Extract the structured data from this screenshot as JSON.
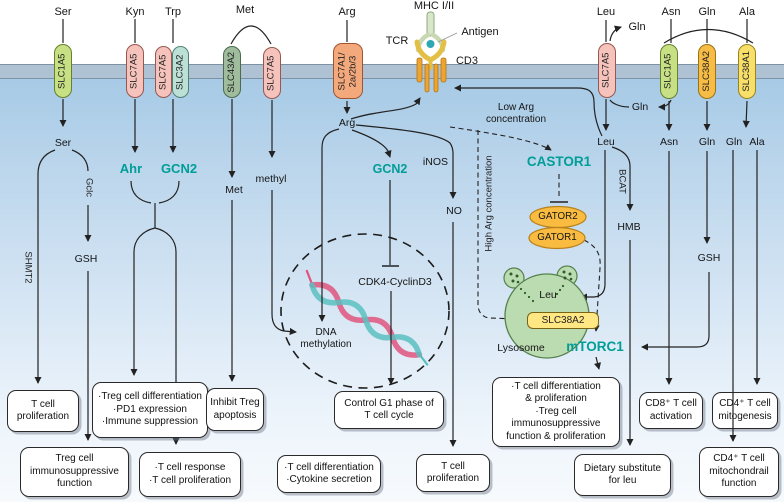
{
  "colors": {
    "accent_teal": "#009e97",
    "membrane": "#aec2d4",
    "cell_gradient_top": "#a7cae6",
    "capsule_green": "#c8e084",
    "capsule_pink": "#f6c3bc",
    "capsule_teal": "#bce0d5",
    "capsule_sage": "#9fbc9d",
    "capsule_orange": "#f4a97c",
    "capsule_amber": "#f6bc45",
    "capsule_yellow": "#f7df6a",
    "gator_gold": "#f9bc41",
    "lysosome_green": "#bbdcb1",
    "helix_pink": "#e0557e",
    "helix_teal": "#5bc0bf",
    "antigen_teal": "#2ea8b5",
    "cd3_orange": "#efa42f",
    "tcr_yellow": "#e3bf45",
    "mhc_green": "#d9e6c9"
  },
  "extracellular": {
    "ser": "Ser",
    "kyn": "Kyn",
    "trp": "Trp",
    "met": "Met",
    "arg": "Arg",
    "leu": "Leu",
    "gln_efflux": "Gln",
    "asn": "Asn",
    "gln": "Gln",
    "ala": "Ala"
  },
  "receptor": {
    "mhc": "MHC I/II",
    "tcr": "TCR",
    "antigen": "Antigen",
    "cd3": "CD3"
  },
  "transporters": {
    "slc1a5_left": "SLC1A5",
    "slc7a5_kyn": "SLC7A5",
    "slc7a5_trp": "SLC7A5",
    "slc3a2": "SLC3A2",
    "slc43a2": "SLC43A2",
    "slc7a5_met": "SLC7A5",
    "slc7a1_2a2b3": "SLC7A1/\n2a/2b/3",
    "slc7a5_leu": "SLC7A5",
    "slc1a5_right": "SLC1A5",
    "slc38a2_mem": "SLC38A2",
    "slc38a1": "SLC38A1"
  },
  "cell": {
    "ser": "Ser",
    "shmt2": "SHMT2",
    "gclc": "Gclc",
    "gsh_left": "GSH",
    "ahr": "Ahr",
    "gcn2_left": "GCN2",
    "met": "Met",
    "methyl": "methyl",
    "arg": "Arg",
    "gcn2": "GCN2",
    "inos": "iNOS",
    "no": "NO",
    "cdk4_cyclind3": "CDK4-CyclinD3",
    "dna_methylation": "DNA\nmethylation",
    "low_arg": "Low Arg\nconcentration",
    "high_arg": "High Arg concentration",
    "castor1": "CASTOR1",
    "gator2": "GATOR2",
    "gator1": "GATOR1",
    "leu": "Leu",
    "gln_recycle": "Gln",
    "bcat": "BCAT",
    "hmb": "HMB",
    "asn": "Asn",
    "gln": "Gln",
    "gln2": "Gln",
    "ala": "Ala",
    "gsh_right": "GSH",
    "lysosome_leu": "Leu",
    "slc38a2_lys": "SLC38A2",
    "lysosome": "Lysosome",
    "mtorc1": "mTORC1"
  },
  "outcomes": {
    "t_proliferation_left": "T cell\nproliferation",
    "treg_differentiation": "·Treg cell differentiation\n·PD1 expression\n·Immune suppression",
    "treg_immunosuppressive": "Treg cell\nimmunosuppressive\nfunction",
    "t_response": "·T cell response\n·T cell proliferation",
    "inhibit_treg": "Inhibit Treg\napoptosis",
    "control_g1": "Control G1 phase of\nT cell cycle",
    "t_differentiation_cytokine": "·T cell differentiation\n·Cytokine secretion",
    "t_proliferation_mid": "T cell\nproliferation",
    "mtorc1_outcomes": "·T cell differentiation\n& proliferation\n·Treg cell\nimmunosuppressive\nfunction & proliferation",
    "dietary_substitute": "Dietary substitute\nfor leu",
    "cd8_activation": "CD8⁺ T cell\nactivation",
    "cd4_mitogenesis": "CD4⁺ T cell\nmitogenesis",
    "cd4_mitochondrial": "CD4⁺ T cell\nmitochondrail\nfunction"
  }
}
